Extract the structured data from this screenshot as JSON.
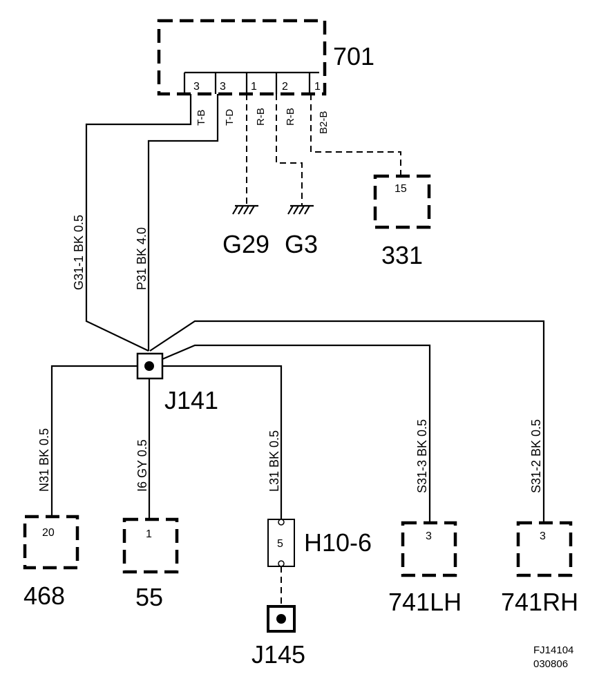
{
  "components": {
    "c701": {
      "name": "701",
      "pins": [
        "3",
        "3",
        "1",
        "2",
        "1"
      ]
    },
    "c331": {
      "name": "331",
      "pin": "15"
    },
    "c468": {
      "name": "468",
      "pin": "20"
    },
    "c55": {
      "name": "55",
      "pin": "1"
    },
    "c741lh": {
      "name": "741LH",
      "pin": "3"
    },
    "c741rh": {
      "name": "741RH",
      "pin": "3"
    },
    "h10_6": {
      "name": "H10-6",
      "pin": "5"
    },
    "j141": {
      "name": "J141"
    },
    "j145": {
      "name": "J145"
    },
    "grounds": [
      "G29",
      "G3"
    ]
  },
  "pin_codes": [
    "T-B",
    "T-D",
    "R-B",
    "R-B",
    "B2-B"
  ],
  "wires": {
    "g31_1": "G31-1 BK  0.5",
    "p31": "P31  BK  4.0",
    "n31": "N31  BK  0.5",
    "i6": "I6  GY  0.5",
    "l31": "L31  BK  0.5",
    "s31_3": "S31-3  BK  0.5",
    "s31_2": "S31-2  BK  0.5"
  },
  "figure": {
    "id": "FJ14104",
    "date": "030806"
  }
}
